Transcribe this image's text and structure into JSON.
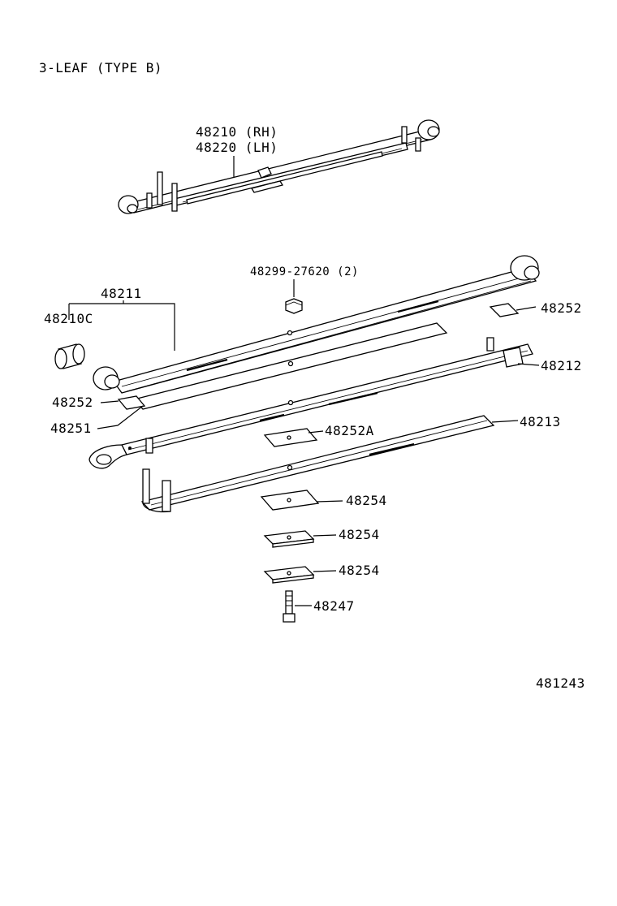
{
  "title": "3-LEAF (TYPE  B)",
  "diagram_code": "481243",
  "callouts": {
    "spring_assy_rh": "48210 (RH)",
    "spring_assy_lh": "48220 (LH)",
    "nut": "48299-27620 (2)",
    "leaf_no1": "48211",
    "bushing": "48210C",
    "pad_upper_right": "48252",
    "pad_left": "48252",
    "clip": "48251",
    "leaf_no2": "48212",
    "pad_center": "48252A",
    "leaf_no3": "48213",
    "spacer_1": "48254",
    "spacer_2": "48254",
    "spacer_3": "48254",
    "center_bolt": "48247"
  }
}
